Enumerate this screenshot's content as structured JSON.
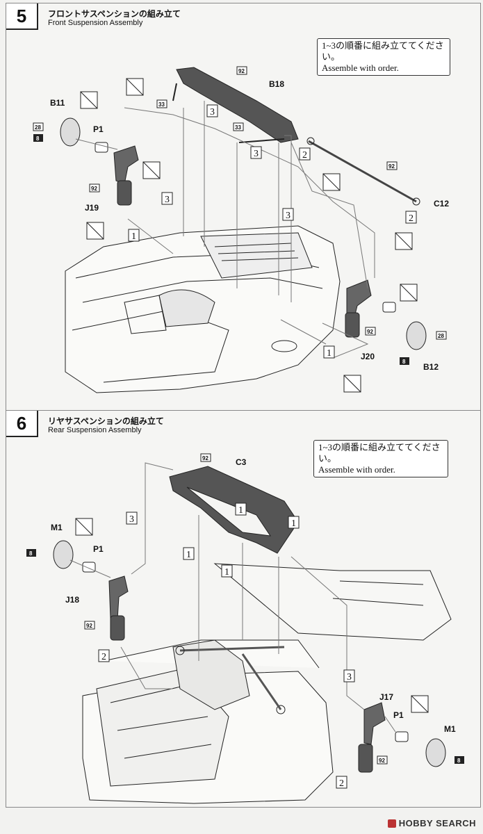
{
  "steps": [
    {
      "number": "5",
      "title_jp": "フロントサスペンションの組み立て",
      "title_en": "Front Suspension Assembly",
      "note_jp": "1~3の順番に組み立ててください。",
      "note_en": "Assemble with order.",
      "parts": [
        "B11",
        "P1",
        "J19",
        "B18",
        "C12",
        "J20",
        "B12"
      ],
      "paint_codes": [
        "28",
        "8",
        "92",
        "33",
        "33",
        "92",
        "92",
        "92",
        "28",
        "8"
      ],
      "order_marks": [
        "1",
        "1",
        "2",
        "2",
        "3",
        "3",
        "3",
        "3"
      ]
    },
    {
      "number": "6",
      "title_jp": "リヤサスペンションの組み立て",
      "title_en": "Rear Suspension Assembly",
      "note_jp": "1~3の順番に組み立ててください。",
      "note_en": "Assemble with order.",
      "parts": [
        "M1",
        "P1",
        "J18",
        "C3",
        "J17",
        "P1",
        "M1"
      ],
      "paint_codes": [
        "8",
        "92",
        "92",
        "92",
        "8"
      ],
      "order_marks": [
        "1",
        "1",
        "1",
        "1",
        "2",
        "2",
        "3",
        "3"
      ]
    }
  ],
  "footer": {
    "brand": "HOBBY SEARCH"
  }
}
